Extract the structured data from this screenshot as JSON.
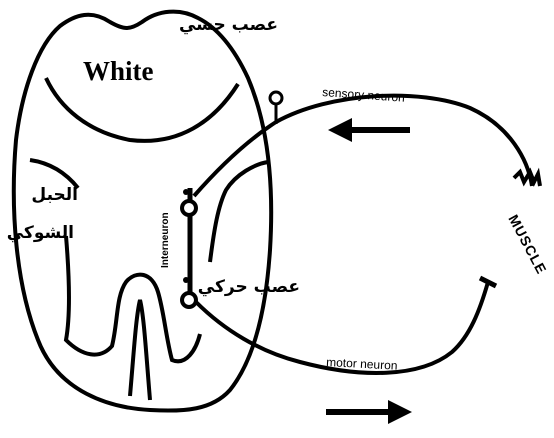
{
  "labels": {
    "white_matter": "White",
    "spinal_cord_line1": "الحبل",
    "spinal_cord_line2": "الشوكي",
    "sensory_nerve_ar": "عصب حسي",
    "motor_nerve_ar": "عصب حركي",
    "sensory_neuron": "sensory neuron",
    "motor_neuron": "motor neuron",
    "interneuron": "Interneuron",
    "muscle": "MUSCLE"
  },
  "arrows": {
    "sensory_direction": "left",
    "motor_direction": "right"
  },
  "colors": {
    "ink": "#000000",
    "background": "#ffffff"
  }
}
